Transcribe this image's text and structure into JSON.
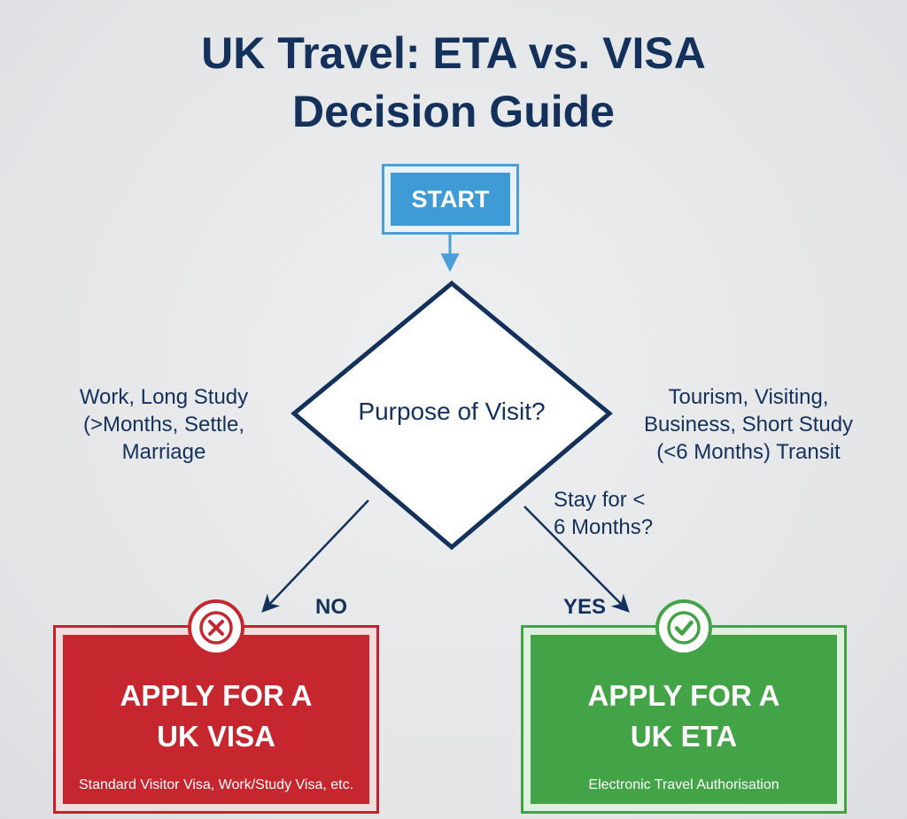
{
  "title": {
    "line1": "UK Travel: ETA vs. VISA",
    "line2": "Decision Guide"
  },
  "start": {
    "label": "START"
  },
  "decision": {
    "label": "Purpose of Visit?"
  },
  "left_criteria": {
    "lines": [
      "Work, Long Study",
      "(>Months, Settle,",
      "Marriage"
    ]
  },
  "right_criteria": {
    "lines": [
      "Tourism, Visiting,",
      "Business, Short Study",
      "(<6 Months) Transit"
    ]
  },
  "stay_question": {
    "lines": [
      "Stay for <",
      "6 Months?"
    ]
  },
  "branches": {
    "no": "NO",
    "yes": "YES"
  },
  "outcomes": {
    "visa": {
      "title_line1": "APPLY FOR A",
      "title_line2": "UK VISA",
      "subtitle": "Standard Visitor Visa, Work/Study Visa, etc.",
      "icon": "cross-icon",
      "color": "#c6262e"
    },
    "eta": {
      "title_line1": "APPLY FOR A",
      "title_line2": "UK ETA",
      "subtitle": "Electronic Travel Authorisation",
      "icon": "check-icon",
      "color": "#43a447"
    }
  },
  "colors": {
    "title": "#14315c",
    "start": "#3f9bd6",
    "visa": "#c6262e",
    "eta": "#43a447",
    "background": "#e6e7e9"
  }
}
